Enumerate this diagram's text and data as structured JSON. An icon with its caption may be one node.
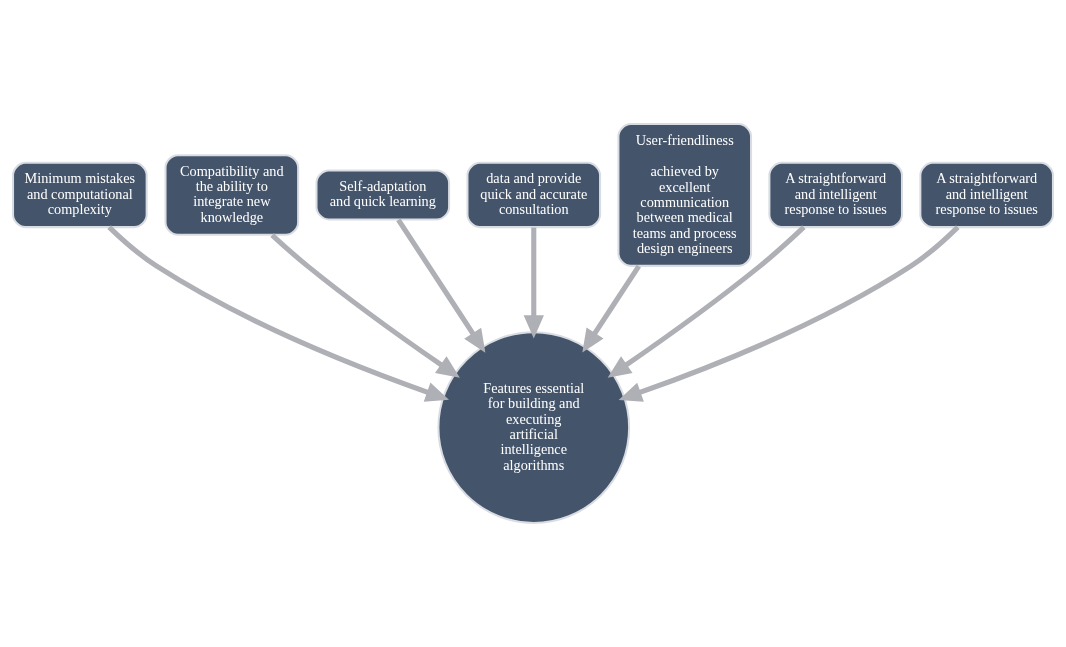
{
  "diagram": {
    "nodes": [
      {
        "text": [
          "Minimum mistakes and computational complexity"
        ]
      },
      {
        "text": [
          "Compatibility and the ability to integrate new knowledge"
        ]
      },
      {
        "text": [
          "Self-adaptation and quick learning"
        ]
      },
      {
        "text": [
          "data and provide quick and accurate consultation"
        ]
      },
      {
        "text": [
          "User-friendliness",
          "achieved by excellent communication between medical teams and process design engineers"
        ]
      },
      {
        "text": [
          "A straightforward and intelligent response to issues"
        ]
      },
      {
        "text": [
          "A straightforward and intelligent response to issues"
        ]
      },
      {
        "text": [
          "Features essential for building and executing artificial intelligence algorithms"
        ]
      }
    ],
    "edges": [
      {
        "from": 0,
        "to": 7,
        "arrow": "to"
      },
      {
        "from": 1,
        "to": 7,
        "arrow": "to"
      },
      {
        "from": 2,
        "to": 7,
        "arrow": "to"
      },
      {
        "from": 3,
        "to": 7,
        "arrow": "to"
      },
      {
        "from": 4,
        "to": 7,
        "arrow": "to"
      },
      {
        "from": 5,
        "to": 7,
        "arrow": "to"
      },
      {
        "from": 6,
        "to": 7,
        "arrow": "to"
      }
    ]
  }
}
